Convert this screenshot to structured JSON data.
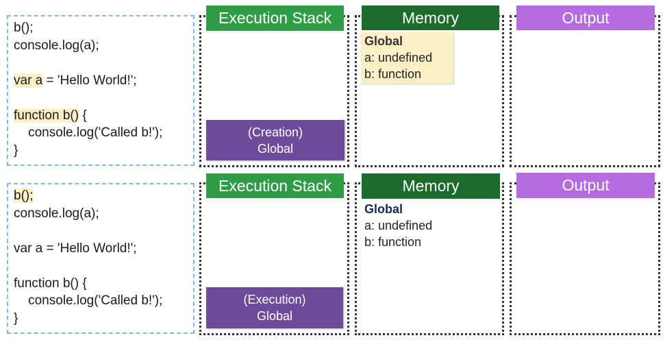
{
  "panels": [
    {
      "code_lines": [
        {
          "text": "b();",
          "highlight": ""
        },
        {
          "text": "console.log(a);",
          "highlight": ""
        },
        {
          "text": "",
          "highlight": ""
        },
        {
          "text": "var a = 'Hello World!';",
          "highlight": "var a"
        },
        {
          "text": "",
          "highlight": ""
        },
        {
          "text": "function b() {",
          "highlight": "function b()"
        },
        {
          "text": "    console.log('Called b!');",
          "highlight": ""
        },
        {
          "text": "}",
          "highlight": ""
        }
      ],
      "exec_stack_title": "Execution Stack",
      "context_phase": "(Creation)",
      "context_name": "Global",
      "memory_title": "Memory",
      "memory_scope": "Global",
      "memory_items": [
        "a: undefined",
        "b: function"
      ],
      "output_title": "Output"
    },
    {
      "code_lines": [
        {
          "text": "b();",
          "highlight": "b();"
        },
        {
          "text": "console.log(a);",
          "highlight": ""
        },
        {
          "text": "",
          "highlight": ""
        },
        {
          "text": "var a = 'Hello World!';",
          "highlight": ""
        },
        {
          "text": "",
          "highlight": ""
        },
        {
          "text": "function b() {",
          "highlight": ""
        },
        {
          "text": "    console.log('Called b!');",
          "highlight": ""
        },
        {
          "text": "}",
          "highlight": ""
        }
      ],
      "exec_stack_title": "Execution Stack",
      "context_phase": "(Execution)",
      "context_name": "Global",
      "memory_title": "Memory",
      "memory_scope": "Global",
      "memory_items": [
        "a: undefined",
        "b: function"
      ],
      "output_title": "Output"
    }
  ],
  "colors": {
    "exec_header": "#2f9c47",
    "memory_header": "#1d6b2a",
    "output_header": "#b56ce0",
    "context_box": "#6e4b9a",
    "highlight": "#fbf0c5",
    "code_border": "#7fb8e3"
  }
}
